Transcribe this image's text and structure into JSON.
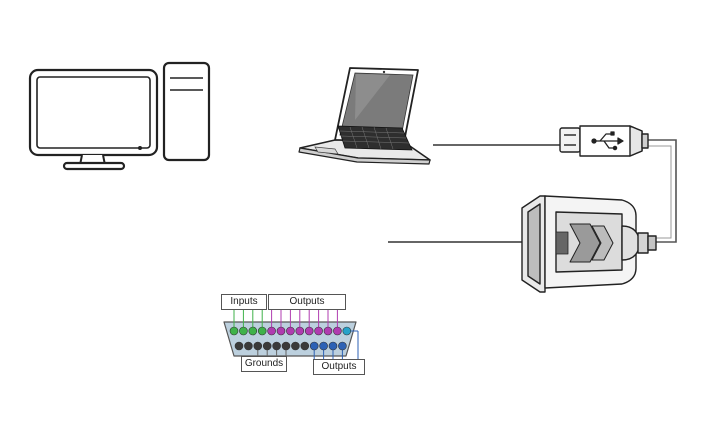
{
  "pinout": {
    "labels": {
      "inputs": "Inputs",
      "outputs_top": "Outputs",
      "grounds": "Grounds",
      "outputs_bottom": "Outputs"
    },
    "colors": {
      "input": "#3fb24a",
      "output_top": "#b03cb0",
      "ground": "#3a3a3a",
      "output_bottom": "#2d62b5",
      "status": "#27a2c9"
    },
    "top_row": [
      "input",
      "input",
      "input",
      "input",
      "output_top",
      "output_top",
      "output_top",
      "output_top",
      "output_top",
      "output_top",
      "output_top",
      "output_top",
      "status"
    ],
    "bottom_row": [
      "ground",
      "ground",
      "ground",
      "ground",
      "ground",
      "ground",
      "ground",
      "ground",
      "output_bottom",
      "output_bottom",
      "output_bottom",
      "output_bottom"
    ]
  }
}
